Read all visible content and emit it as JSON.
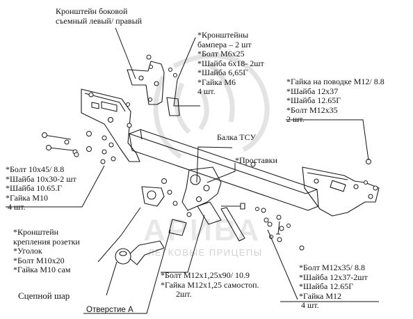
{
  "watermark": {
    "brand": "АРИВА",
    "tagline": "ЛЕГКОВЫЕ ПРИЦЕПЫ"
  },
  "callouts": {
    "side_bracket": [
      "Кронштейн боковой",
      "съемный  левый/ правый"
    ],
    "bumper_brackets": [
      "*Кронштейны",
      "бампера – 2 шт",
      "*Болт М6х25",
      "*Шайба 6х18- 2шт",
      "*Шайба 6,65Г",
      "*Гайка М6",
      "4 шт."
    ],
    "leash_nut": [
      "*Гайка на поводке М12/ 8.8",
      "*Шайба 12х37",
      "*Шайба 12.65Г",
      "*Болт М12х35",
      "2 шт."
    ],
    "beam": [
      "Балка ТСУ"
    ],
    "spacers": [
      "*Проставки"
    ],
    "bolt_m10": [
      "*Болт 10х45/ 8.8",
      "*Шайба 10х30-2 шт",
      "*Шайба 10.65.Г",
      "*Гайка М10",
      " 4 шт."
    ],
    "socket_bracket": [
      "*Кронштейн",
      "крепления розетки",
      "*Уголок",
      "*Болт М10х20",
      "*Гайка М10 сам"
    ],
    "ball": [
      "Сцепной шар"
    ],
    "hole_a": [
      "Отверстие А"
    ],
    "bolt_m12_ball": [
      "*Болт М12х1,25х90/ 10.9",
      "*Гайка М12х1,25 самостоп.",
      "2шт."
    ],
    "bolt_m12_35": [
      "*Болт М12х35/ 8.8",
      "*Шайба 12х37-2шт",
      "*Шайба 12.65Г",
      "*Гайка М12",
      " 4 шт."
    ]
  }
}
